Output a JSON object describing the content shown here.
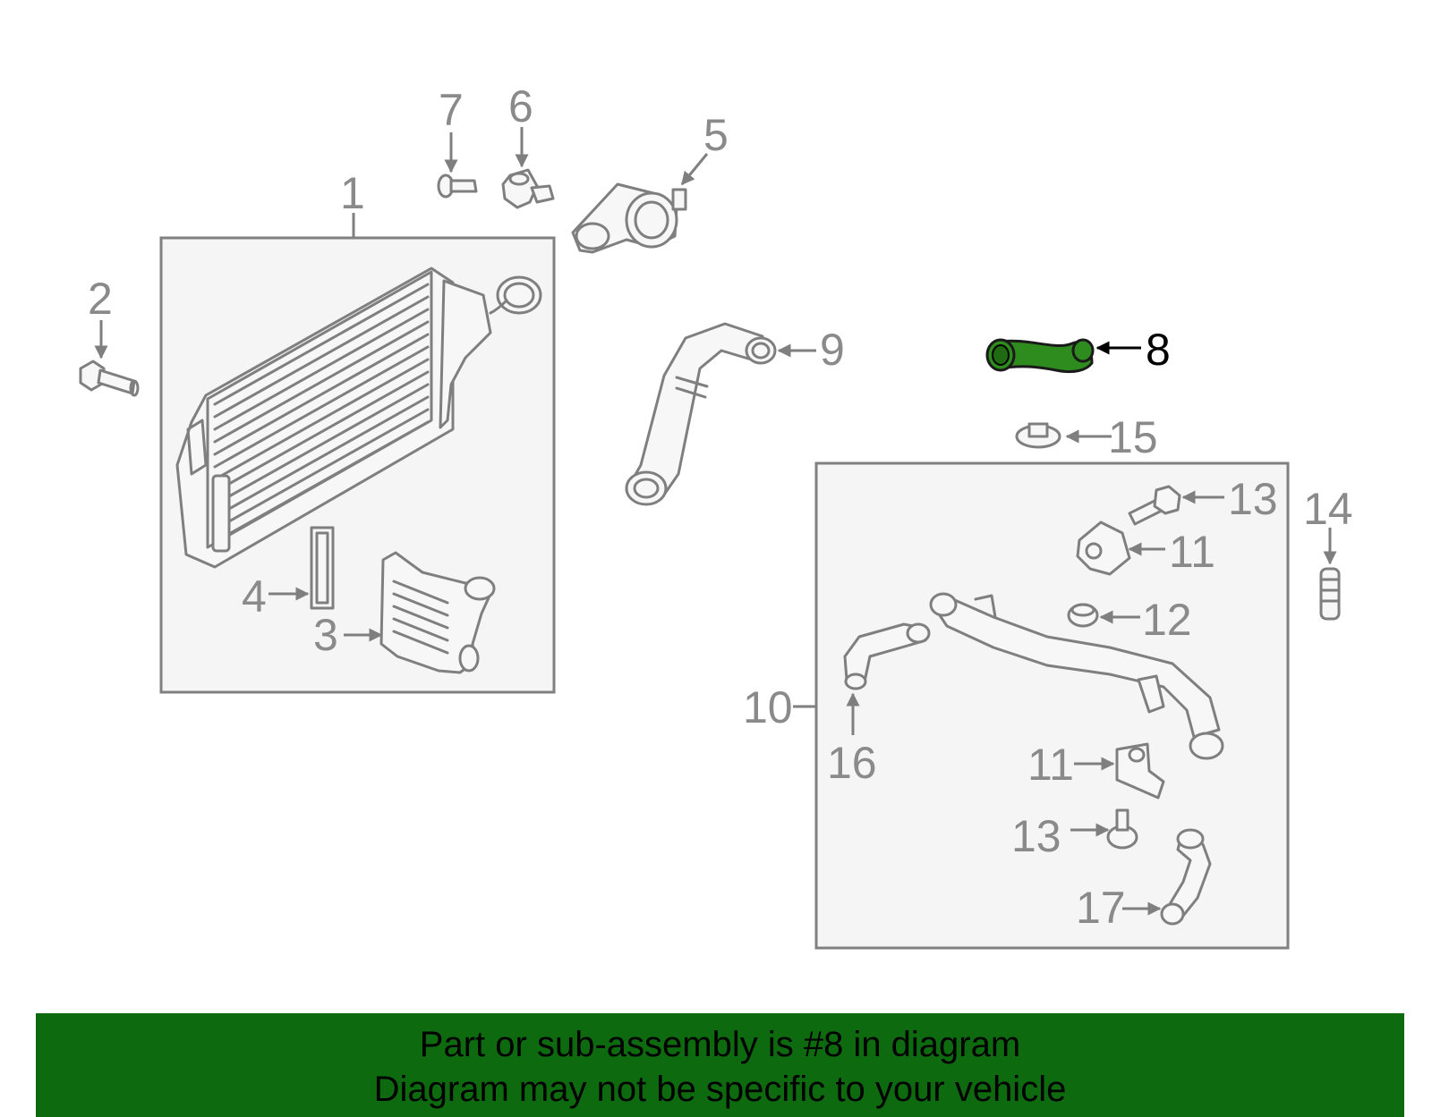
{
  "callouts": {
    "c1": "1",
    "c2": "2",
    "c3": "3",
    "c4": "4",
    "c5": "5",
    "c6": "6",
    "c7": "7",
    "c8": "8",
    "c9": "9",
    "c10": "10",
    "c11a": "11",
    "c11b": "11",
    "c12": "12",
    "c13a": "13",
    "c13b": "13",
    "c14": "14",
    "c15": "15",
    "c16": "16",
    "c17": "17"
  },
  "highlight": {
    "color": "#2e8b1e",
    "part": "8"
  },
  "banner": {
    "line1": "Part or sub-assembly is #8 in diagram",
    "line2": "Diagram may not be specific to your vehicle",
    "color": "#0e6a0e"
  }
}
